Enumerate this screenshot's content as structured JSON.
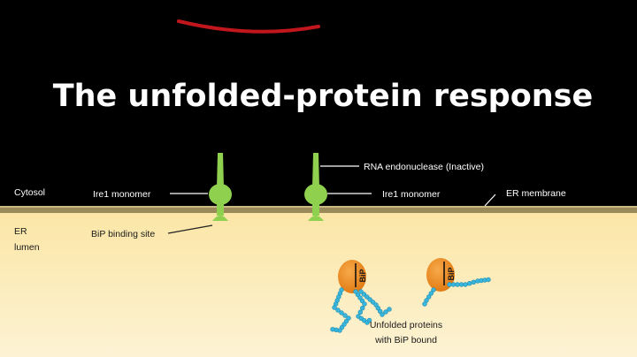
{
  "title": "The unfolded-protein response",
  "colors": {
    "background": "#000000",
    "lumen": "#fcecb8",
    "membrane": "#9a8a5a",
    "ire1": "#8fd14f",
    "bip": "#ef8a1e",
    "protein_beads": "#3ab6dc",
    "accent_stroke": "#c0161c"
  },
  "regions": {
    "cytosol": "Cytosol",
    "er_lumen_line1": "ER",
    "er_lumen_line2": "lumen"
  },
  "labels": {
    "ire1_left": "Ire1 monomer",
    "ire1_right": "Ire1 monomer",
    "rna_endonuclease": "RNA endonuclease (Inactive)",
    "er_membrane": "ER membrane",
    "bip_binding_site": "BiP binding site",
    "unfolded_line1": "Unfolded proteins",
    "unfolded_line2": "with BiP bound"
  },
  "bip_labels": [
    "BiP",
    "BiP"
  ]
}
